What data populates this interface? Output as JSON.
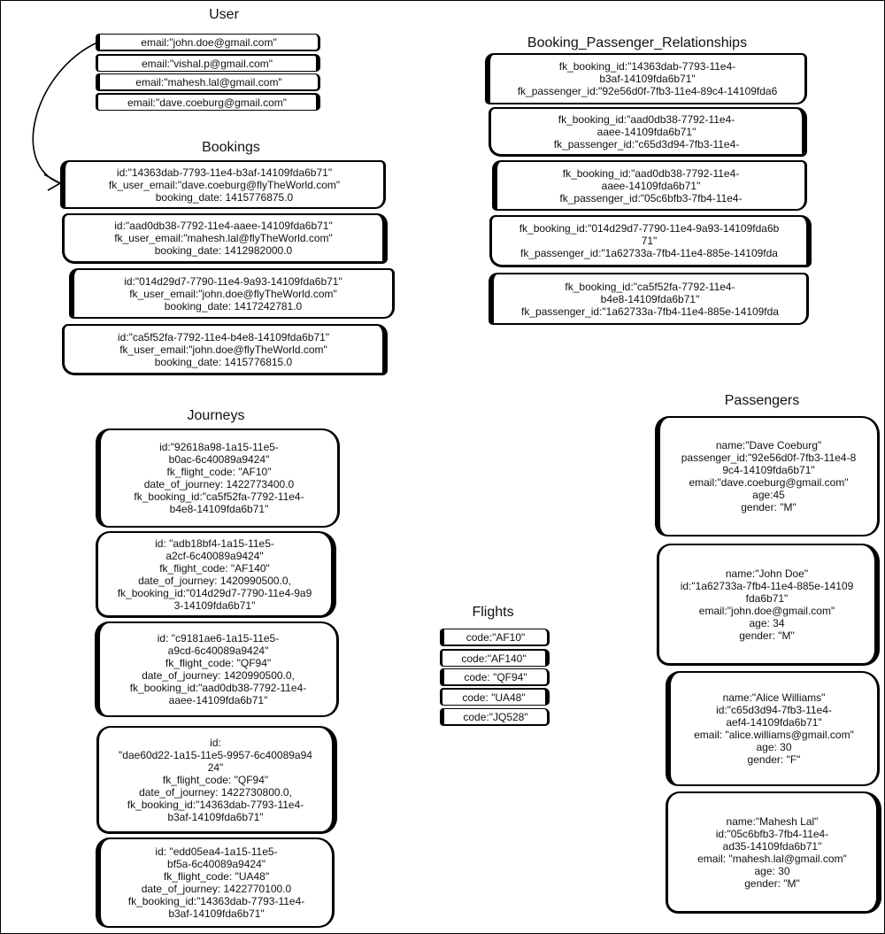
{
  "user": {
    "title": "User",
    "emails": [
      "email:\"john.doe@gmail.com\"",
      "email:\"vishal.p@gmail.com\"",
      "email:\"mahesh.lal@gmail.com\"",
      "email:\"dave.coeburg@gmail.com\""
    ]
  },
  "bookings": {
    "title": "Bookings",
    "items": [
      [
        "id:\"14363dab-7793-11e4-b3af-14109fda6b71\"",
        "fk_user_email:\"dave.coeburg@flyTheWorld.com\"",
        "booking_date: 1415776875.0"
      ],
      [
        "id:\"aad0db38-7792-11e4-aaee-14109fda6b71\"",
        "fk_user_email:\"mahesh.lal@flyTheWorld.com\"",
        "booking_date: 1412982000.0"
      ],
      [
        "id:\"014d29d7-7790-11e4-9a93-14109fda6b71\"",
        "fk_user_email:\"john.doe@flyTheWorld.com\"",
        "booking_date: 1417242781.0"
      ],
      [
        "id:\"ca5f52fa-7792-11e4-b4e8-14109fda6b71\"",
        "fk_user_email:\"john.doe@flyTheWorld.com\"",
        "booking_date: 1415776815.0"
      ]
    ]
  },
  "relationships": {
    "title": "Booking_Passenger_Relationships",
    "items": [
      [
        "fk_booking_id:\"14363dab-7793-11e4-",
        "b3af-14109fda6b71\"",
        "fk_passenger_id:\"92e56d0f-7fb3-11e4-89c4-14109fda6"
      ],
      [
        "fk_booking_id:\"aad0db38-7792-11e4-",
        "aaee-14109fda6b71\"",
        "fk_passenger_id:\"c65d3d94-7fb3-11e4-"
      ],
      [
        "fk_booking_id:\"aad0db38-7792-11e4-",
        "aaee-14109fda6b71\"",
        "fk_passenger_id:\"05c6bfb3-7fb4-11e4-"
      ],
      [
        "fk_booking_id:\"014d29d7-7790-11e4-9a93-14109fda6b",
        "71\"",
        "fk_passenger_id:\"1a62733a-7fb4-11e4-885e-14109fda"
      ],
      [
        "fk_booking_id:\"ca5f52fa-7792-11e4-",
        "b4e8-14109fda6b71\"",
        "fk_passenger_id:\"1a62733a-7fb4-11e4-885e-14109fda"
      ]
    ]
  },
  "journeys": {
    "title": "Journeys",
    "items": [
      [
        "id:\"92618a98-1a15-11e5-",
        "b0ac-6c40089a9424\"",
        "fk_flight_code: \"AF10\"",
        "date_of_journey: 1422773400.0",
        "fk_booking_id:\"ca5f52fa-7792-11e4-",
        "b4e8-14109fda6b71\""
      ],
      [
        "id: \"adb18bf4-1a15-11e5-",
        "a2cf-6c40089a9424\"",
        "fk_flight_code: \"AF140\"",
        "date_of_journey: 1420990500.0,",
        "fk_booking_id:\"014d29d7-7790-11e4-9a9",
        "3-14109fda6b71\""
      ],
      [
        "id: \"c9181ae6-1a15-11e5-",
        "a9cd-6c40089a9424\"",
        "fk_flight_code: \"QF94\"",
        "date_of_journey: 1420990500.0,",
        "fk_booking_id:\"aad0db38-7792-11e4-",
        "aaee-14109fda6b71\""
      ],
      [
        "id:",
        "\"dae60d22-1a15-11e5-9957-6c40089a94",
        "24\"",
        "fk_flight_code: \"QF94\"",
        "date_of_journey: 1422730800.0,",
        "fk_booking_id:\"14363dab-7793-11e4-",
        "b3af-14109fda6b71\""
      ],
      [
        "id: \"edd05ea4-1a15-11e5-",
        "bf5a-6c40089a9424\"",
        "fk_flight_code: \"UA48\"",
        "date_of_journey: 1422770100.0",
        "fk_booking_id:\"14363dab-7793-11e4-",
        "b3af-14109fda6b71\""
      ]
    ]
  },
  "flights": {
    "title": "Flights",
    "codes": [
      "code:\"AF10\"",
      "code:\"AF140\"",
      "code: \"QF94\"",
      "code: \"UA48\"",
      "code:\"JQ528\""
    ]
  },
  "passengers": {
    "title": "Passengers",
    "items": [
      [
        "name:\"Dave Coeburg\"",
        "passenger_id:\"92e56d0f-7fb3-11e4-8",
        "9c4-14109fda6b71\"",
        "email:\"dave.coeburg@gmail.com\"",
        "age:45",
        "gender: \"M\""
      ],
      [
        "name:\"John Doe\"",
        "id:\"1a62733a-7fb4-11e4-885e-14109",
        "fda6b71\"",
        "email:\"john.doe@gmail.com\"",
        "age: 34",
        "gender: \"M\""
      ],
      [
        "name:\"Alice Williams\"",
        "id:\"c65d3d94-7fb3-11e4-",
        "aef4-14109fda6b71\"",
        "email: \"alice.williams@gmail.com\"",
        "age: 30",
        "gender: \"F\""
      ],
      [
        "name:\"Mahesh Lal\"",
        "id:\"05c6bfb3-7fb4-11e4-",
        "ad35-14109fda6b71\"",
        "email: \"mahesh.lal@gmail.com\"",
        "age: 30",
        "gender: \"M\""
      ]
    ]
  }
}
